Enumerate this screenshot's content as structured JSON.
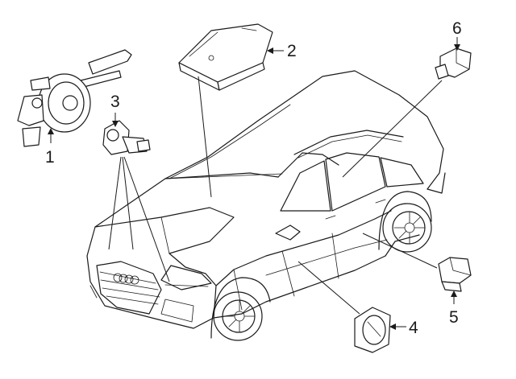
{
  "callouts": [
    {
      "id": "1",
      "label": "1"
    },
    {
      "id": "2",
      "label": "2"
    },
    {
      "id": "3",
      "label": "3"
    },
    {
      "id": "4",
      "label": "4"
    },
    {
      "id": "5",
      "label": "5"
    },
    {
      "id": "6",
      "label": "6"
    }
  ],
  "colors": {
    "line": "#1a1a1a",
    "background": "#ffffff"
  },
  "vehicle": "suv"
}
